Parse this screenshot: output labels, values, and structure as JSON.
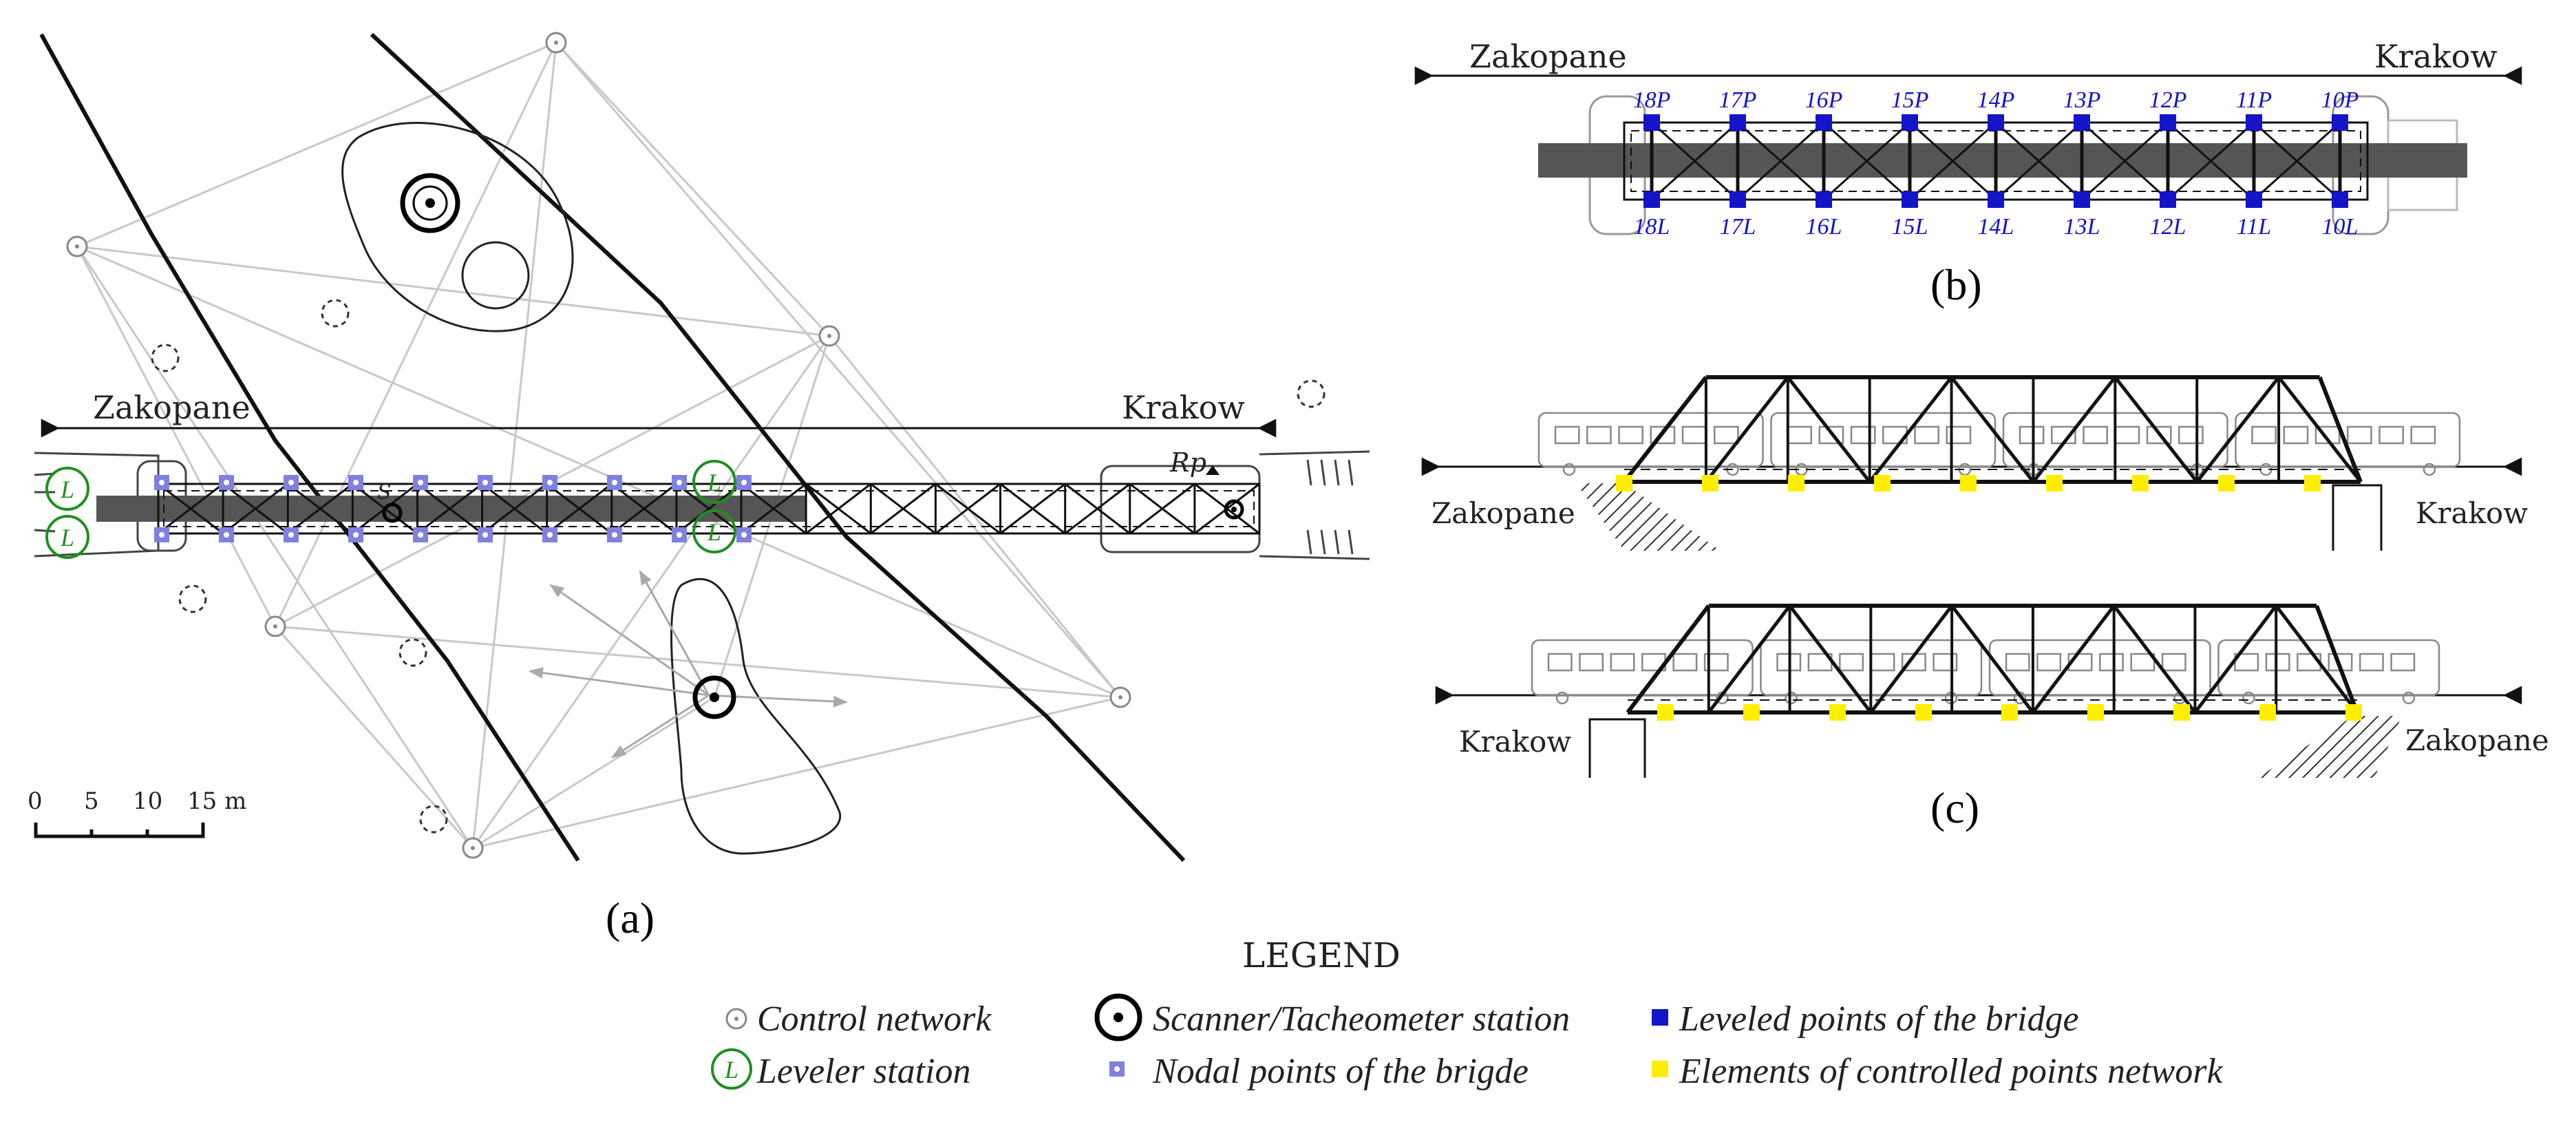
{
  "panel_a": {
    "label": "(a)",
    "dir_left": "Zakopane",
    "dir_right": "Krakow",
    "rp_label": "Rp",
    "s_label": "S",
    "scale_ticks": [
      "0",
      "5",
      "10",
      "15 m"
    ]
  },
  "panel_b": {
    "label": "(b)",
    "dir_left": "Zakopane",
    "dir_right": "Krakow",
    "top_points": [
      "18P",
      "17P",
      "16P",
      "15P",
      "14P",
      "13P",
      "12P",
      "11P",
      "10P"
    ],
    "bottom_points": [
      "18L",
      "17L",
      "16L",
      "15L",
      "14L",
      "13L",
      "12L",
      "11L",
      "10L"
    ]
  },
  "panel_c": {
    "label": "(c)",
    "upper_left": "Zakopane",
    "upper_right": "Krakow",
    "lower_left": "Krakow",
    "lower_right": "Zakopane"
  },
  "leveler_symbol": "L",
  "legend": {
    "title": "LEGEND",
    "control_network": "Control network",
    "leveler_station": "Leveler station",
    "scanner_station": "Scanner/Tacheometer station",
    "nodal_points": "Nodal points of the brigde",
    "leveled_points": "Leveled points of the bridge",
    "controlled_points": "Elements of controlled points network"
  },
  "colors": {
    "leveled_point": "#1414c8",
    "nodal_point": "#8080e0",
    "controlled_point": "#ffee00",
    "leveler": "#1f8f1f",
    "network_line": "#c8c8c8",
    "station": "#000000"
  }
}
